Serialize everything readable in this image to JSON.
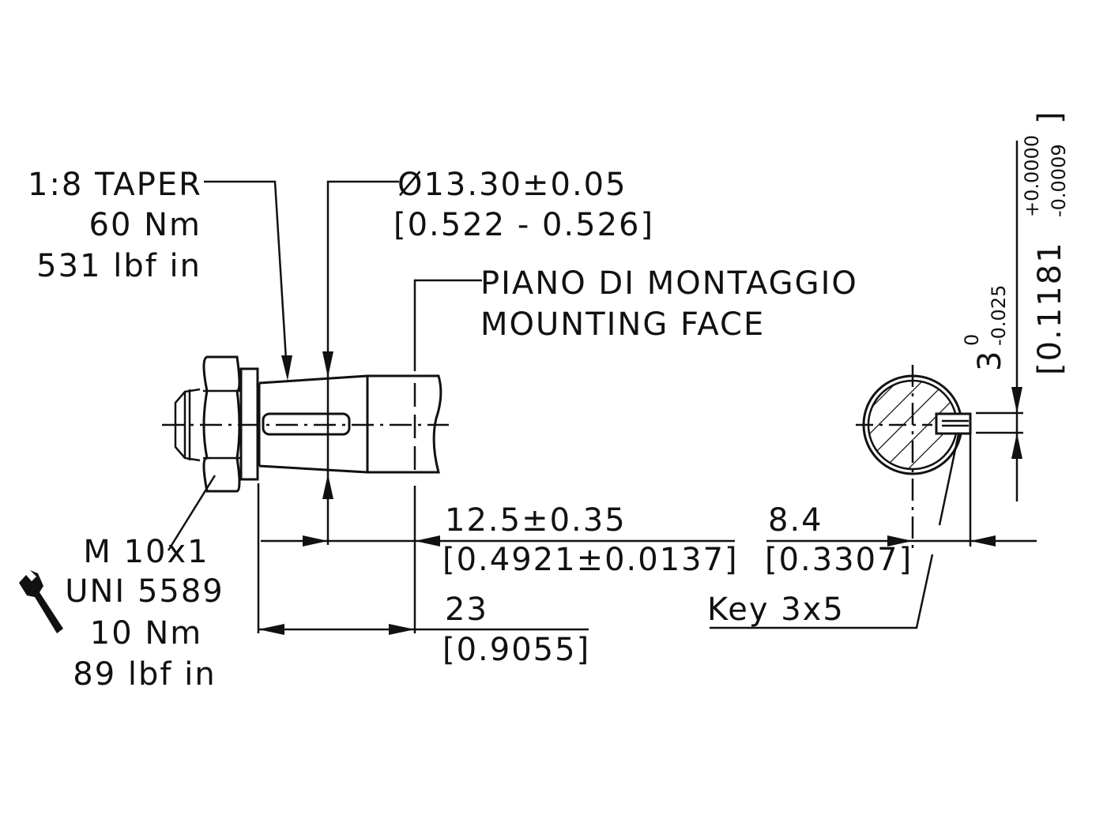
{
  "taper": {
    "line1": "1:8 TAPER",
    "line2": "60 Nm",
    "line3": "531 lbf in"
  },
  "diameter": {
    "line1": "Ø13.30±0.05",
    "line2": "[0.522 - 0.526]"
  },
  "mounting": {
    "line1": "PIANO DI MONTAGGIO",
    "line2": "MOUNTING FACE"
  },
  "nut": {
    "line1": "M 10x1",
    "line2": "UNI 5589",
    "line3": "10 Nm",
    "line4": "89 lbf in"
  },
  "dim_12_5": {
    "line1": "12.5±0.35",
    "line2": "[0.4921±0.0137]"
  },
  "dim_23": {
    "line1": "23",
    "line2": "[0.9055]"
  },
  "dim_8_4": {
    "line1": "8.4",
    "line2": "[0.3307]"
  },
  "key": {
    "label": "Key 3x5"
  },
  "key_width": {
    "nominal": "3",
    "upper": "0",
    "lower": "-0.025",
    "inch_open": "[0.1181",
    "inch_upper": "+0.0000",
    "inch_lower": "-0.0009",
    "inch_close": "]"
  },
  "icons": {
    "wrench": "wrench-icon"
  }
}
